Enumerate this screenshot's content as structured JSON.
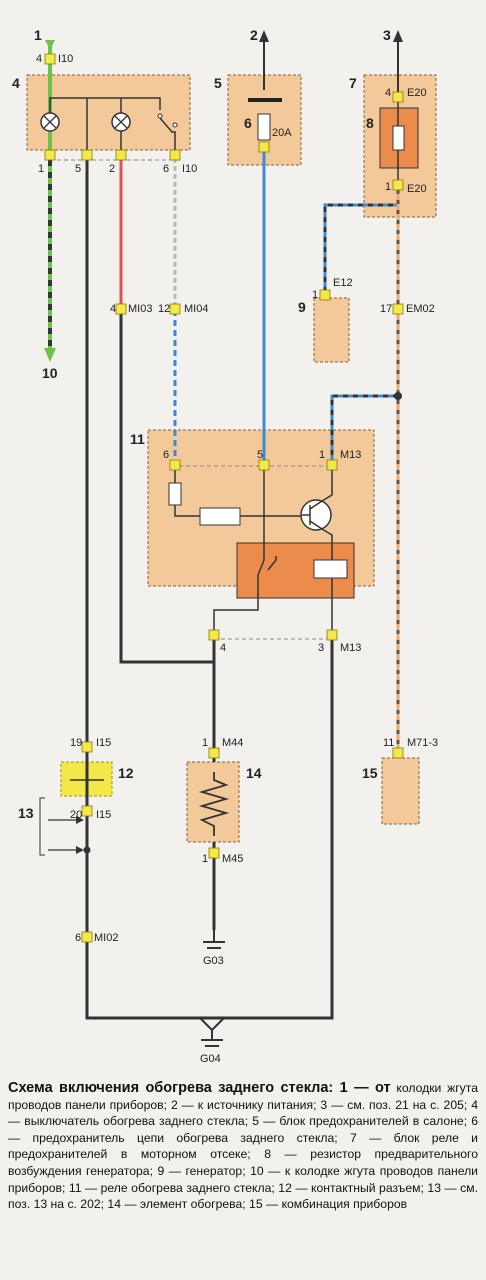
{
  "colors": {
    "box": "#f4c99a",
    "box_orange": "#ec8c4c",
    "connector_yellow": "#f3e84a",
    "wire_black": "#333333",
    "wire_red": "#e05050",
    "wire_blue": "#3a8ad8",
    "wire_green": "#6cc24a",
    "wire_orange": "#f0a868",
    "wire_white": "#e6e6e6"
  },
  "numbers": {
    "n1": "1",
    "n2": "2",
    "n3": "3",
    "n4": "4",
    "n5": "5",
    "n6": "6",
    "n7": "7",
    "n8": "8",
    "n9": "9",
    "n10": "10",
    "n11": "11",
    "n12": "12",
    "n13": "13",
    "n14": "14",
    "n15": "15"
  },
  "labels": {
    "top_pin4": "4",
    "top_i10": "I10",
    "sw_pin1": "1",
    "sw_pin5": "5",
    "sw_pin2": "2",
    "sw_pin6": "6",
    "sw_i10": "I10",
    "fuse": "20A",
    "relay_pin4": "4",
    "relay_e20_top": "E20",
    "relay_pin1": "1",
    "relay_e20_bottom": "E20",
    "gen_pin1": "1",
    "gen_e12": "E12",
    "pin17": "17",
    "em02": "EM02",
    "pin4_mi03": "4",
    "mi03": "MI03",
    "pin12_mi04": "12",
    "mi04": "MI04",
    "b11_pin6": "6",
    "b11_pin5": "5",
    "b11_pin1": "1",
    "b11_m13": "M13",
    "b11_pin4": "4",
    "b11_pin3": "3",
    "b11_m13_bottom": "M13",
    "pin19": "19",
    "i15_top": "I15",
    "pin20": "20",
    "i15_bottom": "I15",
    "pin1_m44": "1",
    "m44": "M44",
    "pin1_m45": "1",
    "m45": "M45",
    "pin11": "11",
    "m71": "M71-3",
    "pin6_mi02": "6",
    "mi02": "MI02",
    "g03": "G03",
    "g04": "G04"
  },
  "caption": {
    "heading": "Схема включения обогрева заднего стекла: 1 — от",
    "body": "колодки жгута проводов панели приборов; 2 — к источнику питания; 3 — см. поз. 21 на с. 205; 4 — выключатель обогрева заднего стекла; 5 — блок предохранителей в салоне; 6 — предохранитель цепи обогрева заднего стекла; 7 — блок реле и предохранителей в моторном отсеке; 8 — резистор предварительного возбуждения генератора; 9 — генератор; 10 — к колодке жгута проводов панели приборов; 11 — реле обогрева заднего стекла; 12 — контактный разъем; 13 — см. поз. 13 на с. 202; 14 — элемент обогрева; 15 — комбинация приборов"
  }
}
